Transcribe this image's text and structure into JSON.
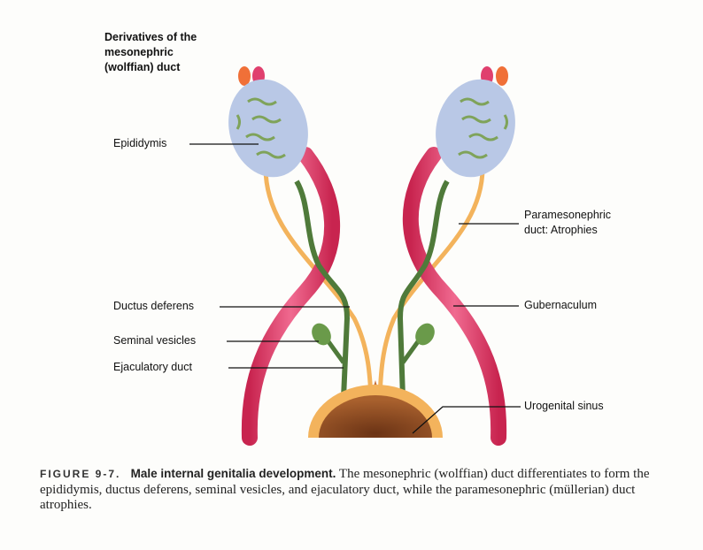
{
  "title_lines": [
    "Derivatives of the",
    "mesonephric",
    "(wolffian) duct"
  ],
  "labels": {
    "epididymis": "Epididymis",
    "ductus_deferens": "Ductus deferens",
    "seminal_vesicles": "Seminal vesicles",
    "ejaculatory_duct": "Ejaculatory duct",
    "paramesonephric_1": "Paramesonephric",
    "paramesonephric_2": "duct: Atrophies",
    "gubernaculum": "Gubernaculum",
    "urogenital_sinus": "Urogenital sinus"
  },
  "caption": {
    "figure_number": "FIGURE 9-7.",
    "heading": "Male internal genitalia development.",
    "text": "The mesonephric (wolffian) duct differentiates to form the epididymis, ductus deferens, seminal vesicles, and ejaculatory duct, while the paramesonephric (müllerian) duct atrophies."
  },
  "colors": {
    "testis": "#b9c8e6",
    "duct_green": "#4f7a3a",
    "gubernaculum": "#e0406e",
    "paramesonephric": "#f3b35c",
    "sinus": "#8a4a22"
  }
}
